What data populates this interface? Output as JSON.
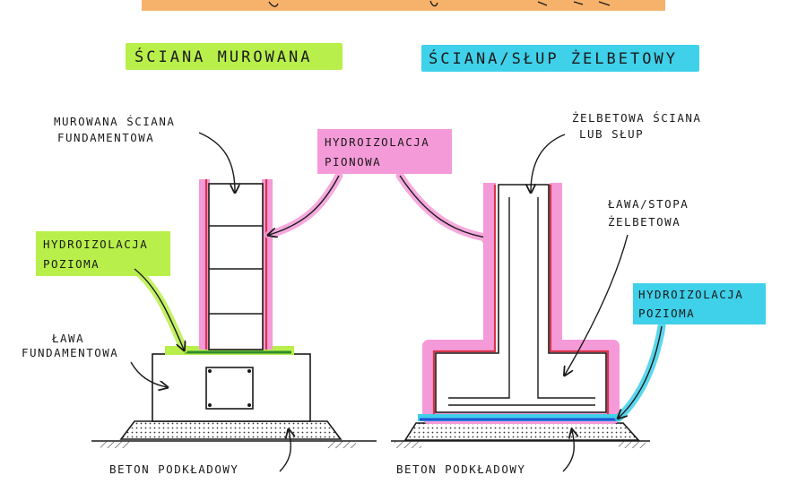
{
  "titles": {
    "left": "ŚCIANA MUROWANA",
    "right": "ŚCIANA/SŁUP ŻELBETOWY"
  },
  "labels": {
    "wall_line1": "MUROWANA ŚCIANA",
    "wall_line2": "FUNDAMENTOWA",
    "vertical_line1": "HYDROIZOLACJA",
    "vertical_line2": "PIONOWA",
    "horiz_left_line1": "HYDROIZOLACJA",
    "horiz_left_line2": "POZIOMA",
    "footing_left_line1": "ŁAWA",
    "footing_left_line2": "FUNDAMENTOWA",
    "concrete_left": "BETON PODKŁADOWY",
    "rc_wall_line1": "ŻELBETOWA ŚCIANA",
    "rc_wall_line2": "LUB SŁUP",
    "rc_footing_line1": "ŁAWA/STOPA",
    "rc_footing_line2": "ŻELBETOWA",
    "horiz_right_line1": "HYDROIZOLACJA",
    "horiz_right_line2": "POZIOMA",
    "concrete_right": "BETON PODKŁADOWY"
  },
  "colors": {
    "header_orange": "#f6b26b",
    "green": "#b8ef4a",
    "cyan": "#3fd0ea",
    "pink": "#f59ad8",
    "red": "#d8344a",
    "blue": "#1f4fd6",
    "dark_green": "#2e8b2e",
    "ink": "#1a1a1a"
  }
}
